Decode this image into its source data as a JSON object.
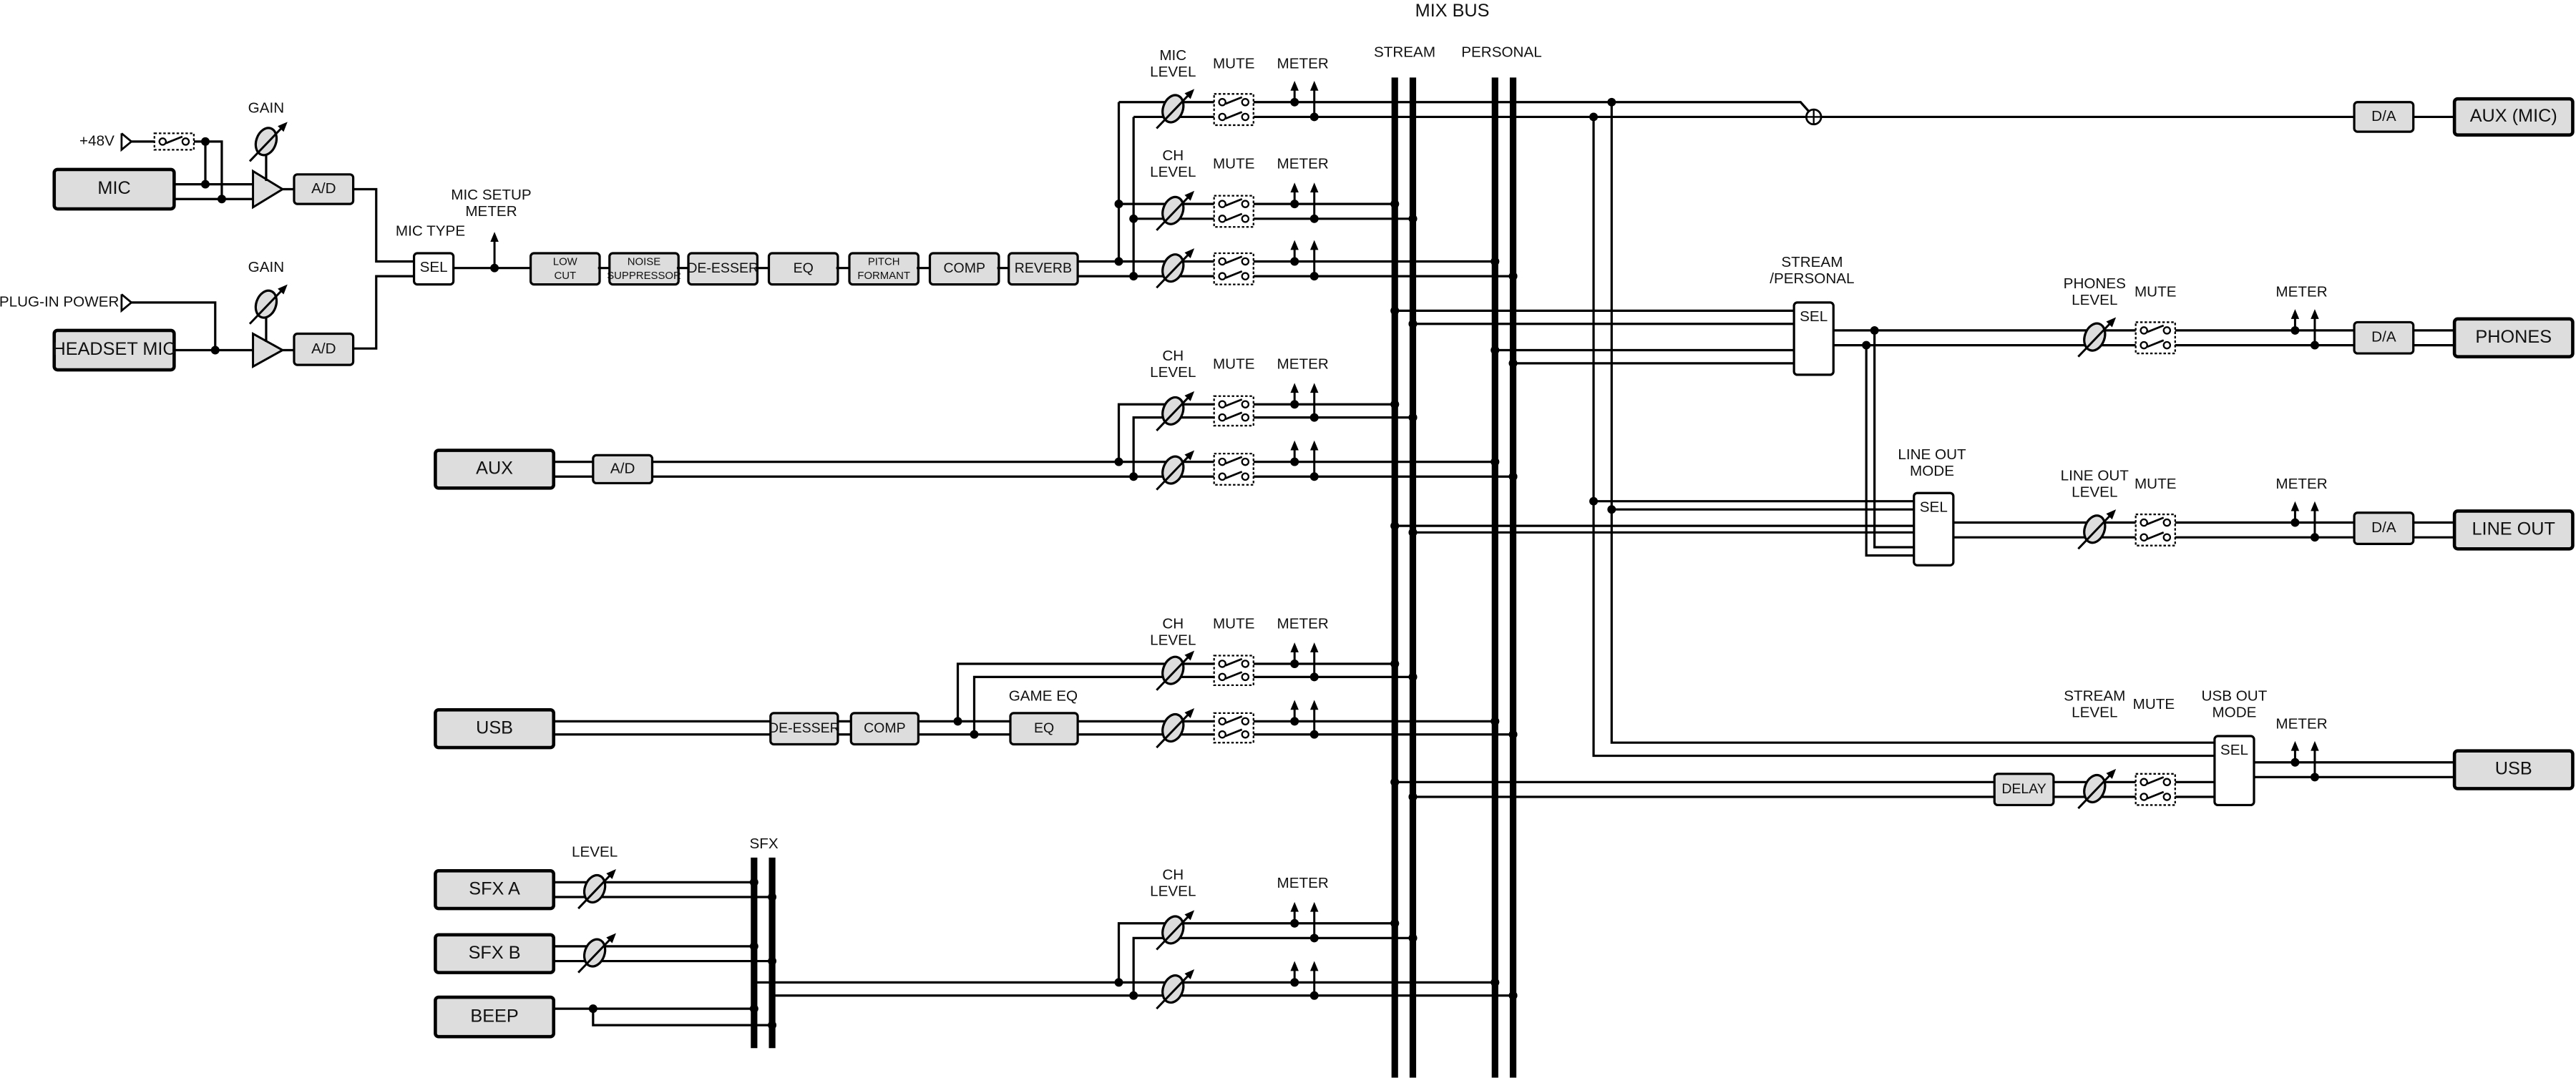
{
  "title": "MIX BUS",
  "bus_labels": {
    "stream": "STREAM",
    "personal": "PERSONAL",
    "sfx": "SFX"
  },
  "inputs": {
    "mic": "MIC",
    "headset_mic": "HEADSET MIC",
    "aux": "AUX",
    "usb": "USB",
    "sfx_a": "SFX A",
    "sfx_b": "SFX B",
    "beep": "BEEP"
  },
  "outputs": {
    "aux_mic": "AUX (MIC)",
    "phones": "PHONES",
    "line_out": "LINE OUT",
    "usb": "USB"
  },
  "power": {
    "phantom": "+48V",
    "plugin": "PLUG-IN POWER"
  },
  "blocks": {
    "ad": "A/D",
    "da": "D/A",
    "sel": "SEL",
    "low_cut": [
      "LOW",
      "CUT"
    ],
    "noise_suppressor": [
      "NOISE",
      "SUPPRESSOR"
    ],
    "de_esser": "DE-ESSER",
    "eq": "EQ",
    "pitch_formant": [
      "PITCH",
      "FORMANT"
    ],
    "comp": "COMP",
    "reverb": "REVERB",
    "delay": "DELAY"
  },
  "labels": {
    "gain": "GAIN",
    "mic_type": "MIC TYPE",
    "mic_setup_meter": [
      "MIC SETUP",
      "METER"
    ],
    "mic_level": [
      "MIC",
      "LEVEL"
    ],
    "ch_level": [
      "CH",
      "LEVEL"
    ],
    "mute": "MUTE",
    "meter": "METER",
    "game_eq": "GAME EQ",
    "level": "LEVEL",
    "stream_personal": [
      "STREAM",
      "/PERSONAL"
    ],
    "phones_level": [
      "PHONES",
      "LEVEL"
    ],
    "line_out_mode": [
      "LINE OUT",
      "MODE"
    ],
    "line_out_level": [
      "LINE OUT",
      "LEVEL"
    ],
    "stream_level": [
      "STREAM",
      "LEVEL"
    ],
    "usb_out_mode": [
      "USB OUT",
      "MODE"
    ]
  }
}
